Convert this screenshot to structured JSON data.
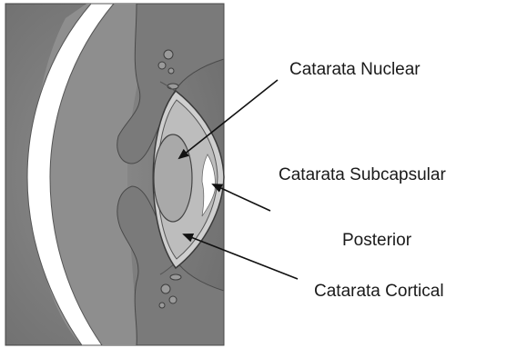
{
  "labels": {
    "nuclear": "Catarata Nuclear",
    "subcapsular_line1": "Catarata Subcapsular",
    "subcapsular_line2": "Posterior",
    "cortical": "Catarata Cortical"
  },
  "colors": {
    "background_tissue": "#858585",
    "cornea": "#ffffff",
    "lens_capsule": "#cfcfcf",
    "lens_cortex": "#bdbdbd",
    "lens_nucleus": "#a9a9a9",
    "outline": "#3a3a3a",
    "arrow": "#111111"
  }
}
